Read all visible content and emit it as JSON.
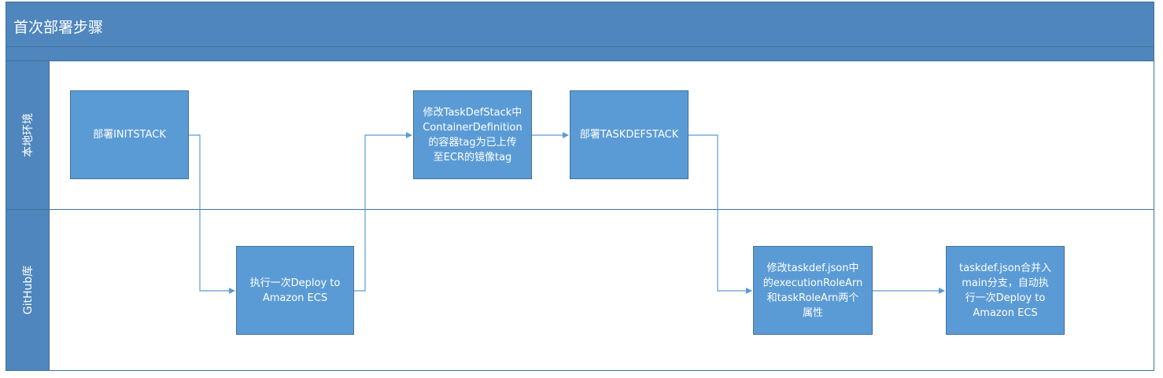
{
  "diagram": {
    "title": "首次部署步骤",
    "lanes": [
      {
        "label": "本地环境"
      },
      {
        "label": "GitHub库"
      }
    ],
    "steps": [
      {
        "id": "deploy-initstack",
        "text": "部署INITSTACK"
      },
      {
        "id": "run-deploy-ecs",
        "text": "执行一次Deploy to\nAmazon ECS"
      },
      {
        "id": "modify-taskdefstack",
        "text": "修改TaskDefStack中\nContainerDefinition\n的容器tag为已上传\n至ECR的镜像tag"
      },
      {
        "id": "deploy-taskdefstack",
        "text": "部署TASKDEFSTACK"
      },
      {
        "id": "modify-taskdef-json",
        "text": "修改taskdef.json中\n的executionRoleArn\n和taskRoleArn两个\n属性"
      },
      {
        "id": "merge-main-deploy",
        "text": "taskdef.json合并入\nmain分支，自动执\n行一次Deploy to\nAmazon ECS"
      }
    ],
    "colors": {
      "header": "#4f86bd",
      "step": "#5b9bd5",
      "border": "#41719c",
      "connector": "#5b9bd5"
    }
  }
}
